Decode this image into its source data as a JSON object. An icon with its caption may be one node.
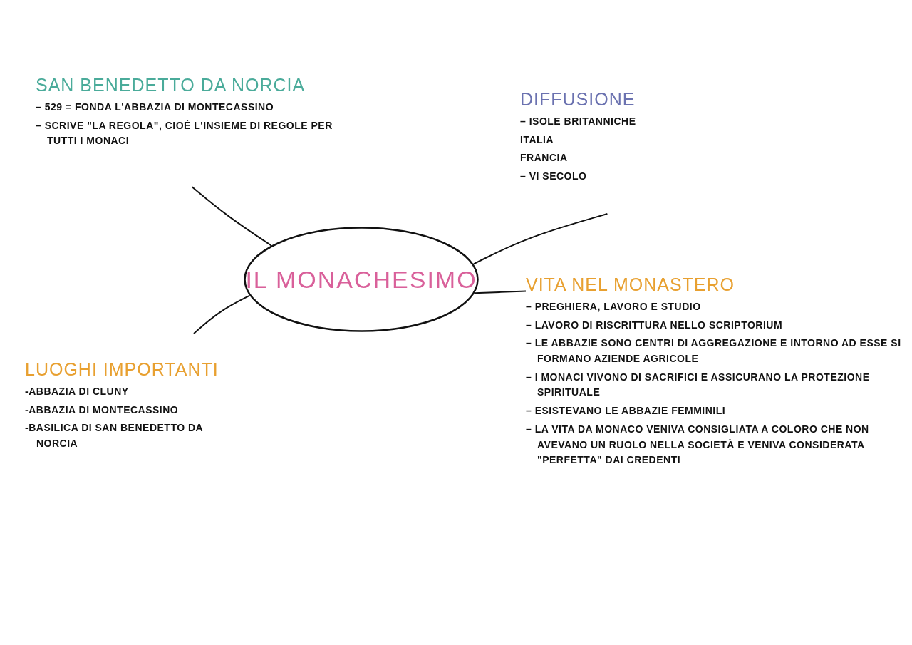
{
  "diagram": {
    "nodes": [
      {
        "text": [
          "IL MONACHESIMO"
        ]
      },
      {
        "text": [
          "SAN BENEDETTO DA NORCIA",
          "– 529 = FONDA L'ABBAZIA DI MONTECASSINO",
          "– SCRIVE \"LA REGOLA\", CIOÈ L'INSIEME DI REGOLE PER TUTTI I MONACI"
        ]
      },
      {
        "text": [
          "DIFFUSIONE",
          "– ISOLE BRITANNICHE",
          "ITALIA",
          "FRANCIA",
          "– VI SECOLO"
        ]
      },
      {
        "text": [
          "VITA NEL MONASTERO",
          "– PREGHIERA, LAVORO E STUDIO",
          "– LAVORO DI RISCRITTURA NELLO SCRIPTORIUM",
          "– LE ABBAZIE SONO CENTRI DI AGGREGAZIONE E INTORNO AD ESSE SI FORMANO AZIENDE AGRICOLE",
          "– I MONACI VIVONO DI SACRIFICI E ASSICURANO LA PROTEZIONE SPIRITUALE",
          "– ESISTEVANO LE ABBAZIE FEMMINILI",
          "– LA VITA DA MONACO VENIVA CONSIGLIATA A COLORO CHE NON AVEVANO UN RUOLO NELLA SOCIETÀ E VENIVA CONSIDERATA \"PERFETTA\" DAI CREDENTI"
        ]
      },
      {
        "text": [
          "LUOGHI IMPORTANTI",
          "-ABBAZIA DI CLUNY",
          "-ABBAZIA DI MONTECASSINO",
          "-BASILICA DI SAN BENEDETTO DA NORCIA"
        ]
      }
    ],
    "edges": [
      {
        "from": 0,
        "to": 1,
        "arrow": "none"
      },
      {
        "from": 0,
        "to": 2,
        "arrow": "none"
      },
      {
        "from": 0,
        "to": 3,
        "arrow": "none"
      },
      {
        "from": 0,
        "to": 4,
        "arrow": "none"
      }
    ]
  }
}
